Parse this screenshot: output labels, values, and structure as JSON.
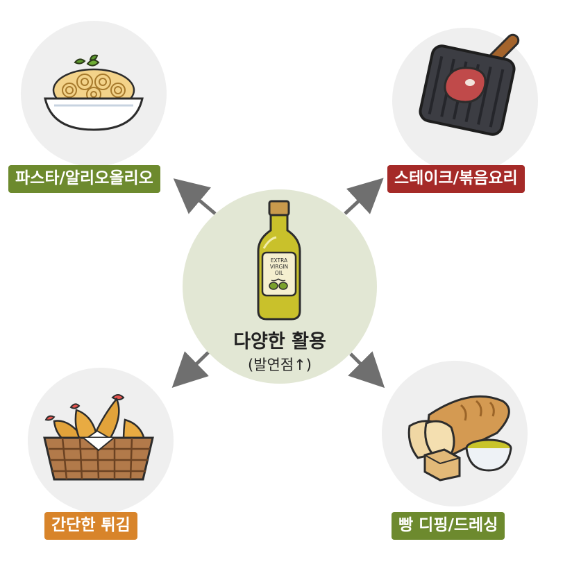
{
  "center": {
    "title": "다양한 활용",
    "subtitle": "(발연점↑)",
    "bottle_label": [
      "EXTRA",
      "VIRGIN",
      "OIL"
    ]
  },
  "uses": [
    {
      "label": "파스타/알리오올리오",
      "icon": "pasta-bowl-icon",
      "color": "#6d8a2e"
    },
    {
      "label": "스테이크/볶음요리",
      "icon": "steak-grill-pan-icon",
      "color": "#a52a28"
    },
    {
      "label": "간단한 튀김",
      "icon": "fried-shrimp-basket-icon",
      "color": "#d8842a"
    },
    {
      "label": "빵 디핑/드레싱",
      "icon": "bread-dipping-oil-icon",
      "color": "#6d8a2e"
    }
  ]
}
